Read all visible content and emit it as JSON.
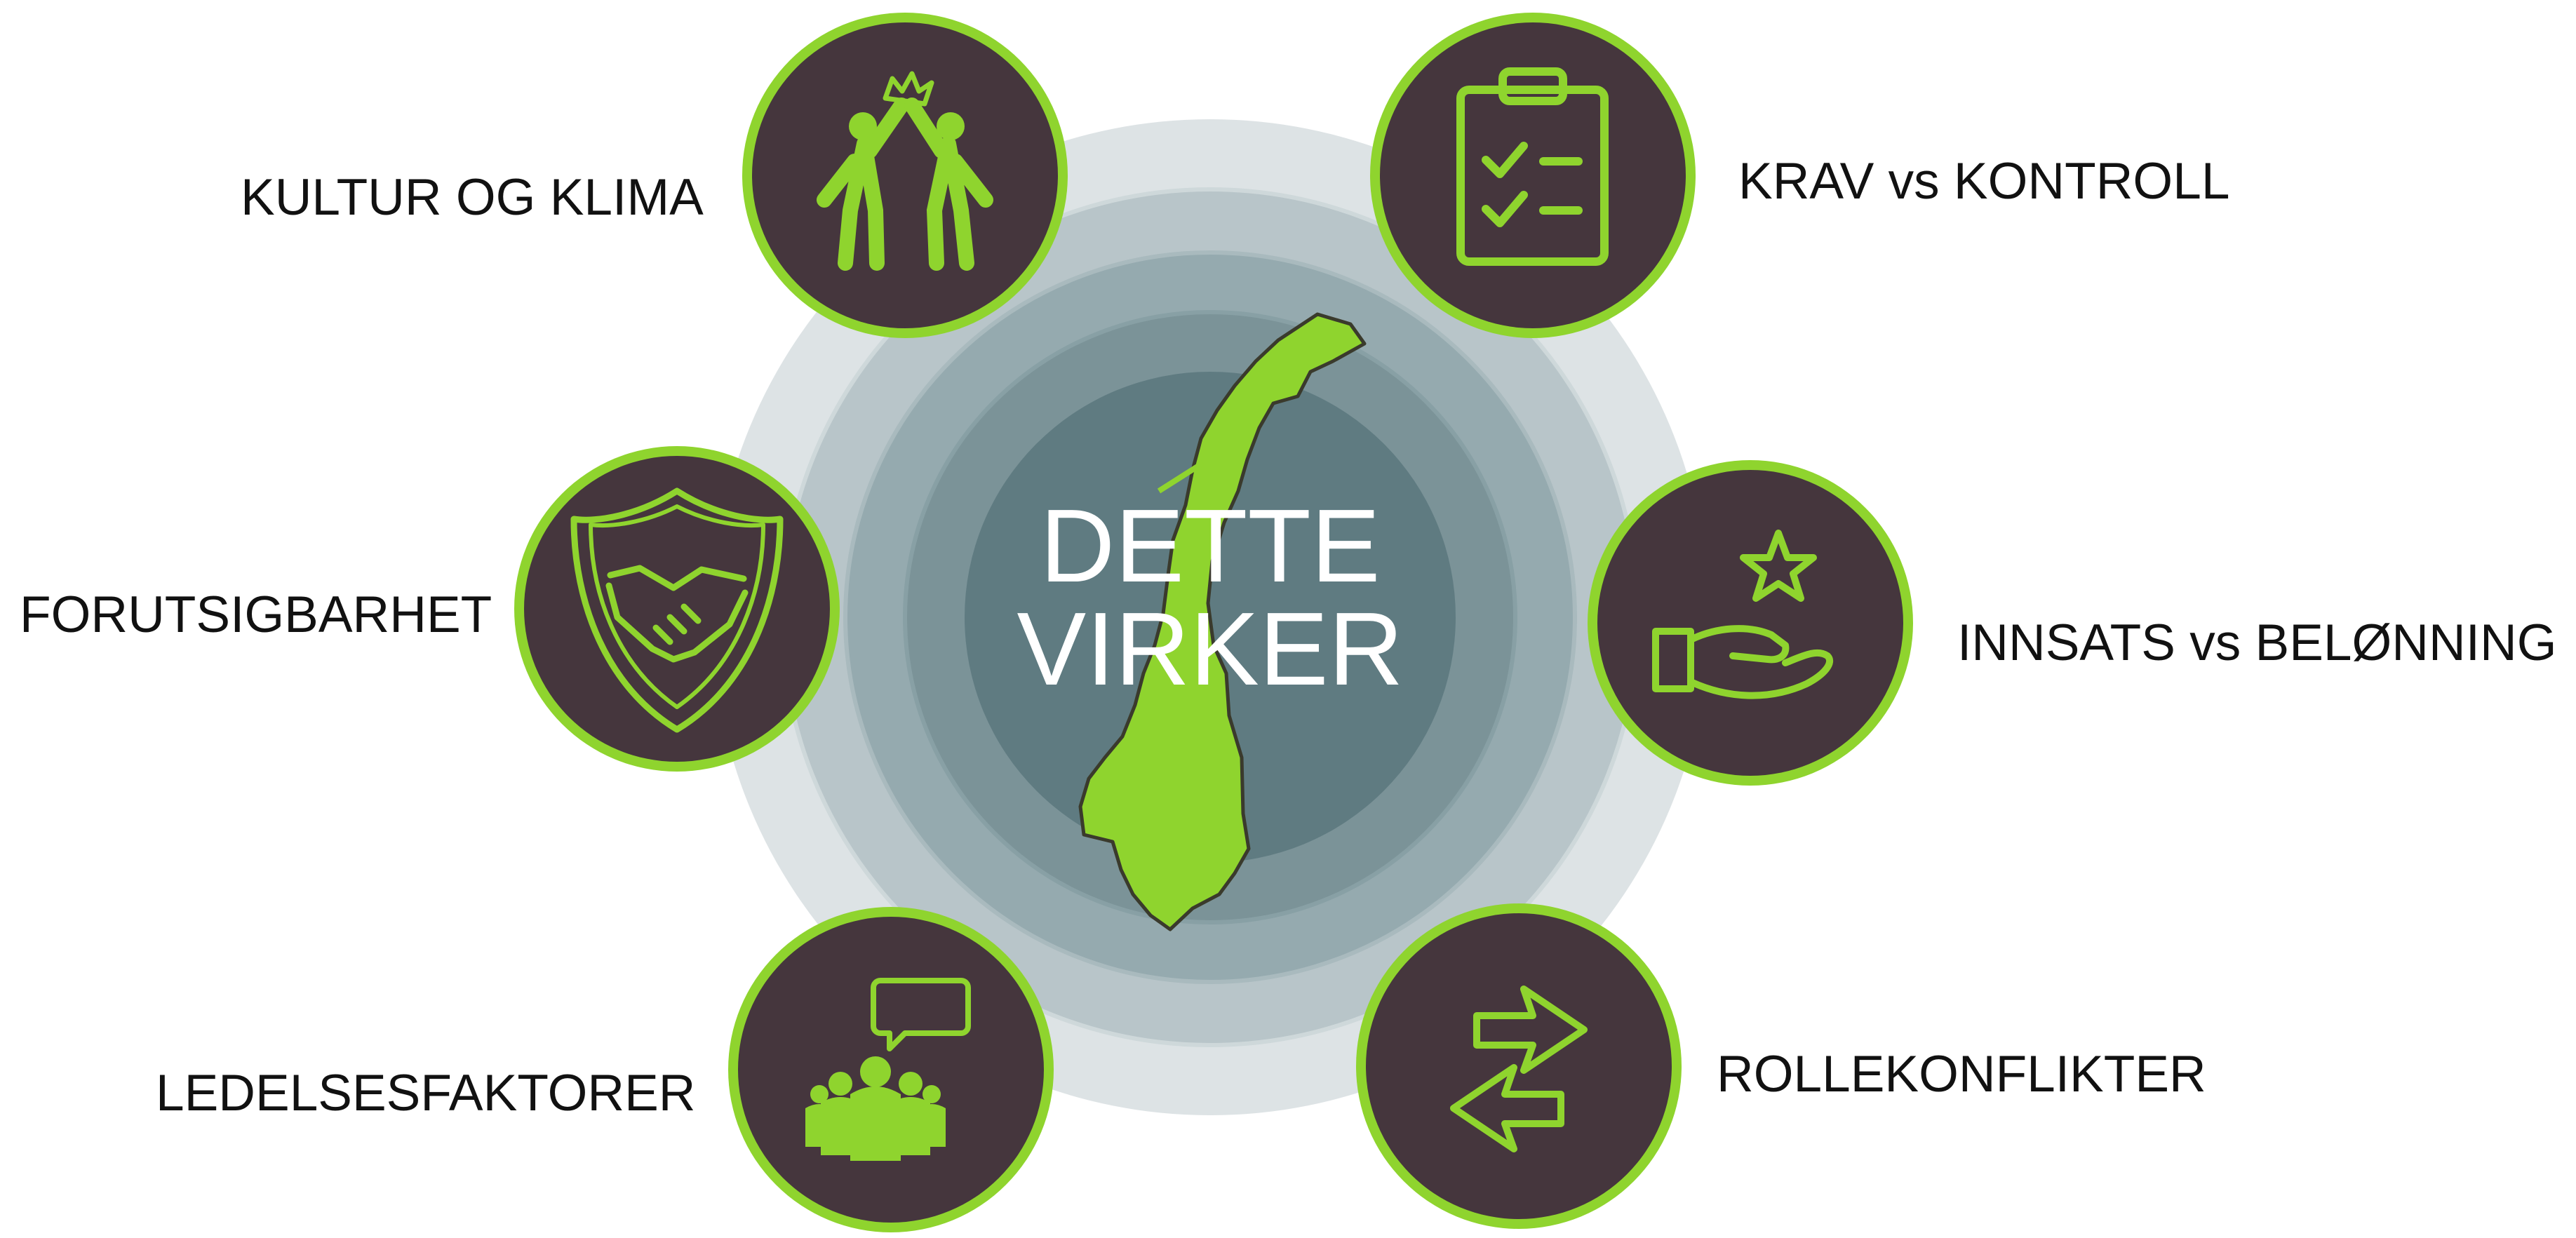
{
  "center": {
    "line1": "DETTE",
    "line2": "VIRKER",
    "icon": "norway-map-icon"
  },
  "factors": [
    {
      "label": "KULTUR OG KLIMA",
      "icon": "high-five-people-icon"
    },
    {
      "label": "KRAV vs KONTROLL",
      "icon": "clipboard-checklist-icon"
    },
    {
      "label": "FORUTSIGBARHET",
      "icon": "handshake-shield-icon"
    },
    {
      "label": "INNSATS vs BELØNNING",
      "icon": "hand-star-icon"
    },
    {
      "label": "LEDELSESFAKTORER",
      "icon": "team-speech-bubble-icon"
    },
    {
      "label": "ROLLEKONFLIKTER",
      "icon": "opposite-arrows-icon"
    }
  ],
  "colors": {
    "accent_green": "#8fd42e",
    "node_fill": "#45363d",
    "ring_outer": "#dde3e5",
    "ring_2": "#b8c5c9",
    "ring_3": "#95aaaf",
    "ring_4": "#7b9398",
    "ring_inner": "#5f7b81"
  }
}
